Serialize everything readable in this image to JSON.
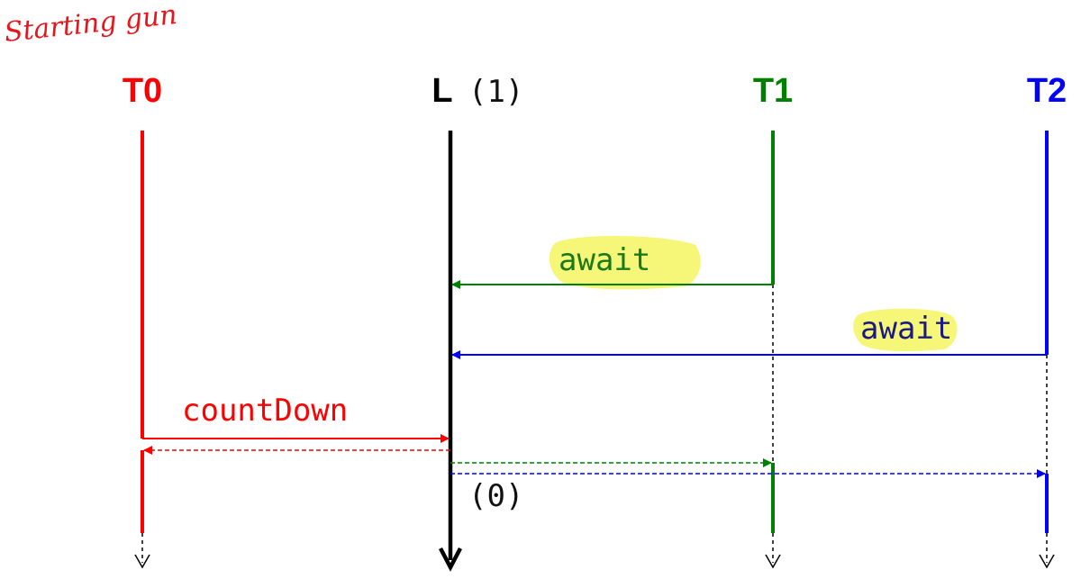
{
  "annotation": {
    "text": "Starting gun",
    "color": "#e8141b"
  },
  "threads": {
    "t0": {
      "label": "T0",
      "color": "#ff0000"
    },
    "latch": {
      "label": "L",
      "count_label": "(1)",
      "color": "#000000"
    },
    "t1": {
      "label": "T1",
      "color": "#008000"
    },
    "t2": {
      "label": "T2",
      "color": "#0000ff"
    }
  },
  "messages": {
    "await_t1": {
      "label": "await",
      "color": "#008000",
      "text_color": "#1a7a1a"
    },
    "await_t2": {
      "label": "await",
      "color": "#0000ff",
      "text_color": "#1a1a80"
    },
    "countdown": {
      "label": "countDown",
      "color": "#ff0000"
    },
    "latch_after": {
      "label": "(0)"
    }
  },
  "highlight_color": "#f5f56a"
}
